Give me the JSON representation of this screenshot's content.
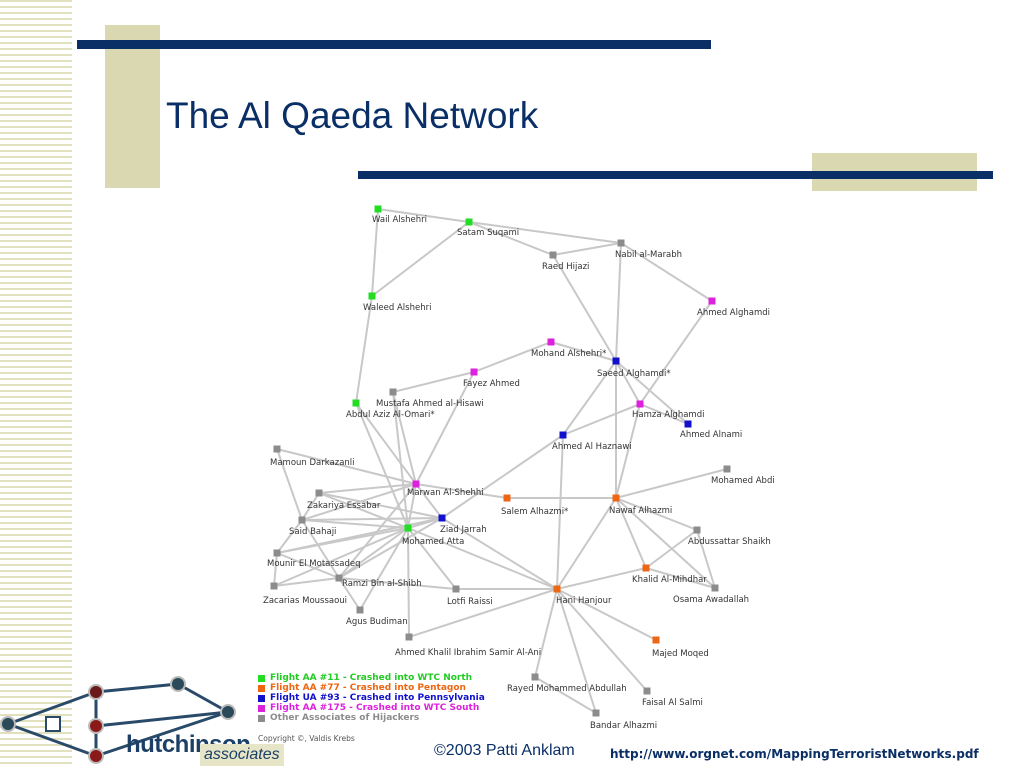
{
  "slide": {
    "title": "The Al Qaeda Network",
    "footer_copyright": "©2003 Patti Anklam",
    "footer_url": "http://www.orgnet.com/MappingTerroristNetworks.pdf",
    "credit": "Copyright ©, Valdis Krebs",
    "logo_text": "hutchinson",
    "logo_sub": "associates"
  },
  "colors": {
    "title": "#0a2f66",
    "flight_aa11": "#22dd22",
    "flight_aa77": "#ee6611",
    "flight_ua93": "#1111cc",
    "flight_aa175": "#dd22dd",
    "other": "#8c8c8c"
  },
  "legend": [
    {
      "label": "Flight AA #11 - Crashed into WTC North",
      "group": "aa11",
      "color": "#22dd22"
    },
    {
      "label": "Flight AA #77 - Crashed into Pentagon",
      "group": "aa77",
      "color": "#ee6611"
    },
    {
      "label": "Flight UA #93 - Crashed into Pennsylvania",
      "group": "ua93",
      "color": "#1111cc"
    },
    {
      "label": "Flight AA #175 - Crashed into WTC South",
      "group": "aa175",
      "color": "#dd22dd"
    },
    {
      "label": "Other Associates of Hijackers",
      "group": "other",
      "color": "#8c8c8c"
    }
  ],
  "network": {
    "nodes": [
      {
        "id": "wail",
        "label": "Wail Alshehri",
        "group": "aa11"
      },
      {
        "id": "satam",
        "label": "Satam Suqami",
        "group": "aa11"
      },
      {
        "id": "raed",
        "label": "Raed Hijazi",
        "group": "other"
      },
      {
        "id": "nabil",
        "label": "Nabil al-Marabh",
        "group": "other"
      },
      {
        "id": "waleed",
        "label": "Waleed Alshehri",
        "group": "aa11"
      },
      {
        "id": "ahmed_g",
        "label": "Ahmed Alghamdi",
        "group": "aa175"
      },
      {
        "id": "mohand",
        "label": "Mohand Alshehri*",
        "group": "aa175"
      },
      {
        "id": "saeed",
        "label": "Saeed Alghamdi*",
        "group": "ua93"
      },
      {
        "id": "fayez",
        "label": "Fayez Ahmed",
        "group": "aa175"
      },
      {
        "id": "mustafa",
        "label": "Mustafa Ahmed al-Hisawi",
        "group": "other"
      },
      {
        "id": "abdul",
        "label": "Abdul Aziz Al-Omari*",
        "group": "aa11"
      },
      {
        "id": "hamza",
        "label": "Hamza Alghamdi",
        "group": "aa175"
      },
      {
        "id": "ahmed_n",
        "label": "Ahmed Alnami",
        "group": "ua93"
      },
      {
        "id": "ahmed_h",
        "label": "Ahmed Al Haznawi",
        "group": "ua93"
      },
      {
        "id": "mamoun",
        "label": "Mamoun Darkazanli",
        "group": "other"
      },
      {
        "id": "mohamed_abdi",
        "label": "Mohamed Abdi",
        "group": "other"
      },
      {
        "id": "marwan",
        "label": "Marwan Al-Shehhi",
        "group": "aa175"
      },
      {
        "id": "zakariya",
        "label": "Zakariya Essabar",
        "group": "other"
      },
      {
        "id": "salem",
        "label": "Salem Alhazmi*",
        "group": "aa77"
      },
      {
        "id": "nawaf",
        "label": "Nawaf Alhazmi",
        "group": "aa77"
      },
      {
        "id": "said",
        "label": "Said Bahaji",
        "group": "other"
      },
      {
        "id": "ziad",
        "label": "Ziad Jarrah",
        "group": "ua93"
      },
      {
        "id": "atta",
        "label": "Mohamed Atta",
        "group": "aa11"
      },
      {
        "id": "abdussattar",
        "label": "Abdussattar Shaikh",
        "group": "other"
      },
      {
        "id": "mounir",
        "label": "Mounir El Motassadeq",
        "group": "other"
      },
      {
        "id": "khalid",
        "label": "Khalid Al-Mihdhar",
        "group": "aa77"
      },
      {
        "id": "ramzi",
        "label": "Ramzi Bin al-Shibh",
        "group": "other"
      },
      {
        "id": "zacarias",
        "label": "Zacarias Moussaoui",
        "group": "other"
      },
      {
        "id": "lotfi",
        "label": "Lotfi Raissi",
        "group": "other"
      },
      {
        "id": "hani",
        "label": "Hani Hanjour",
        "group": "aa77"
      },
      {
        "id": "osama",
        "label": "Osama Awadallah",
        "group": "other"
      },
      {
        "id": "agus",
        "label": "Agus Budiman",
        "group": "other"
      },
      {
        "id": "ahmed_k",
        "label": "Ahmed Khalil Ibrahim Samir Al-Ani",
        "group": "other"
      },
      {
        "id": "majed",
        "label": "Majed Moqed",
        "group": "aa77"
      },
      {
        "id": "rayed",
        "label": "Rayed Mohammed Abdullah",
        "group": "other"
      },
      {
        "id": "faisal",
        "label": "Faisal Al Salmi",
        "group": "other"
      },
      {
        "id": "bandar",
        "label": "Bandar Alhazmi",
        "group": "other"
      }
    ],
    "edges": [
      [
        "wail",
        "satam"
      ],
      [
        "wail",
        "waleed"
      ],
      [
        "satam",
        "waleed"
      ],
      [
        "satam",
        "raed"
      ],
      [
        "satam",
        "nabil"
      ],
      [
        "raed",
        "nabil"
      ],
      [
        "nabil",
        "ahmed_g"
      ],
      [
        "nabil",
        "saeed"
      ],
      [
        "raed",
        "saeed"
      ],
      [
        "waleed",
        "abdul"
      ],
      [
        "ahmed_g",
        "hamza"
      ],
      [
        "mohand",
        "saeed"
      ],
      [
        "mohand",
        "fayez"
      ],
      [
        "fayez",
        "mustafa"
      ],
      [
        "fayez",
        "marwan"
      ],
      [
        "saeed",
        "hamza"
      ],
      [
        "saeed",
        "ahmed_h"
      ],
      [
        "saeed",
        "ahmed_n"
      ],
      [
        "saeed",
        "nawaf"
      ],
      [
        "hamza",
        "ahmed_h"
      ],
      [
        "hamza",
        "ahmed_n"
      ],
      [
        "ahmed_h",
        "ziad"
      ],
      [
        "hamza",
        "nawaf"
      ],
      [
        "mustafa",
        "marwan"
      ],
      [
        "mustafa",
        "atta"
      ],
      [
        "abdul",
        "atta"
      ],
      [
        "abdul",
        "marwan"
      ],
      [
        "mamoun",
        "marwan"
      ],
      [
        "mamoun",
        "said"
      ],
      [
        "zakariya",
        "marwan"
      ],
      [
        "zakariya",
        "atta"
      ],
      [
        "zakariya",
        "said"
      ],
      [
        "zakariya",
        "ziad"
      ],
      [
        "said",
        "marwan"
      ],
      [
        "said",
        "atta"
      ],
      [
        "said",
        "ziad"
      ],
      [
        "said",
        "ramzi"
      ],
      [
        "said",
        "mounir"
      ],
      [
        "marwan",
        "atta"
      ],
      [
        "marwan",
        "ziad"
      ],
      [
        "marwan",
        "ramzi"
      ],
      [
        "marwan",
        "salem"
      ],
      [
        "atta",
        "ziad"
      ],
      [
        "atta",
        "ramzi"
      ],
      [
        "atta",
        "mounir"
      ],
      [
        "atta",
        "zacarias"
      ],
      [
        "atta",
        "agus"
      ],
      [
        "atta",
        "lotfi"
      ],
      [
        "atta",
        "hani"
      ],
      [
        "atta",
        "ahmed_k"
      ],
      [
        "ziad",
        "ramzi"
      ],
      [
        "ziad",
        "mounir"
      ],
      [
        "ramzi",
        "mounir"
      ],
      [
        "ramzi",
        "zacarias"
      ],
      [
        "ramzi",
        "agus"
      ],
      [
        "mounir",
        "zacarias"
      ],
      [
        "salem",
        "nawaf"
      ],
      [
        "nawaf",
        "mohamed_abdi"
      ],
      [
        "nawaf",
        "abdussattar"
      ],
      [
        "nawaf",
        "khalid"
      ],
      [
        "nawaf",
        "osama"
      ],
      [
        "nawaf",
        "hani"
      ],
      [
        "khalid",
        "abdussattar"
      ],
      [
        "khalid",
        "osama"
      ],
      [
        "khalid",
        "hani"
      ],
      [
        "abdussattar",
        "osama"
      ],
      [
        "hani",
        "lotfi"
      ],
      [
        "hani",
        "majed"
      ],
      [
        "hani",
        "rayed"
      ],
      [
        "hani",
        "faisal"
      ],
      [
        "hani",
        "bandar"
      ],
      [
        "hani",
        "ahmed_k"
      ],
      [
        "rayed",
        "bandar"
      ],
      [
        "ziad",
        "hani"
      ],
      [
        "ahmed_h",
        "hani"
      ],
      [
        "ramzi",
        "lotfi"
      ]
    ]
  }
}
